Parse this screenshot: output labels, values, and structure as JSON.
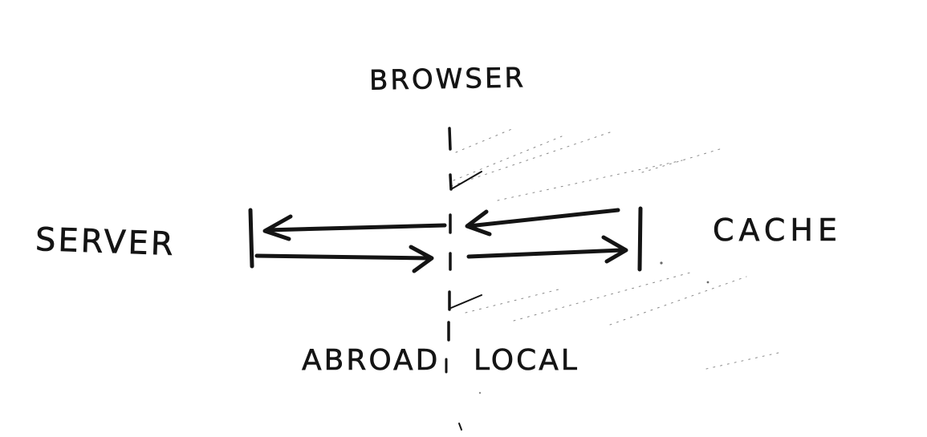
{
  "diagram": {
    "labels": {
      "browser": "BROWSER",
      "server": "SERVER",
      "cache": "CACHE",
      "abroad": "ABROAD",
      "local": "LOCAL"
    },
    "ink_color": "#141414",
    "background_color": "#ffffff"
  }
}
